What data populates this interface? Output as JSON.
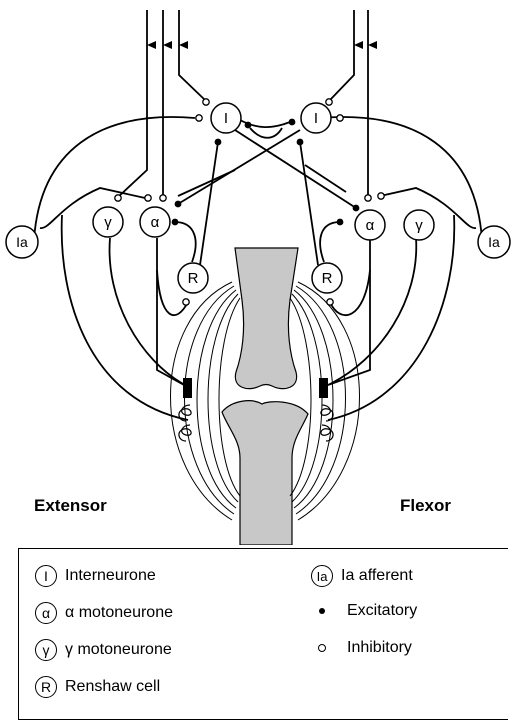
{
  "diagram": {
    "extensor_label": "Extensor",
    "flexor_label": "Flexor",
    "nodes": {
      "interneurone": "I",
      "alpha": "α",
      "gamma": "γ",
      "renshaw": "R",
      "ia": "Ia"
    }
  },
  "legend": {
    "items": [
      {
        "symbol": "I",
        "label": "Interneurone"
      },
      {
        "symbol": "α",
        "label": "α motoneurone"
      },
      {
        "symbol": "γ",
        "label": "γ motoneurone"
      },
      {
        "symbol": "R",
        "label": "Renshaw cell"
      },
      {
        "symbol": "Ia",
        "label": "Ia afferent"
      },
      {
        "symbol": "excitatory-dot",
        "label": "Excitatory"
      },
      {
        "symbol": "inhibitory-ring",
        "label": "Inhibitory"
      }
    ]
  },
  "colors": {
    "bone": "#c8c8c8",
    "ink": "#000000"
  }
}
